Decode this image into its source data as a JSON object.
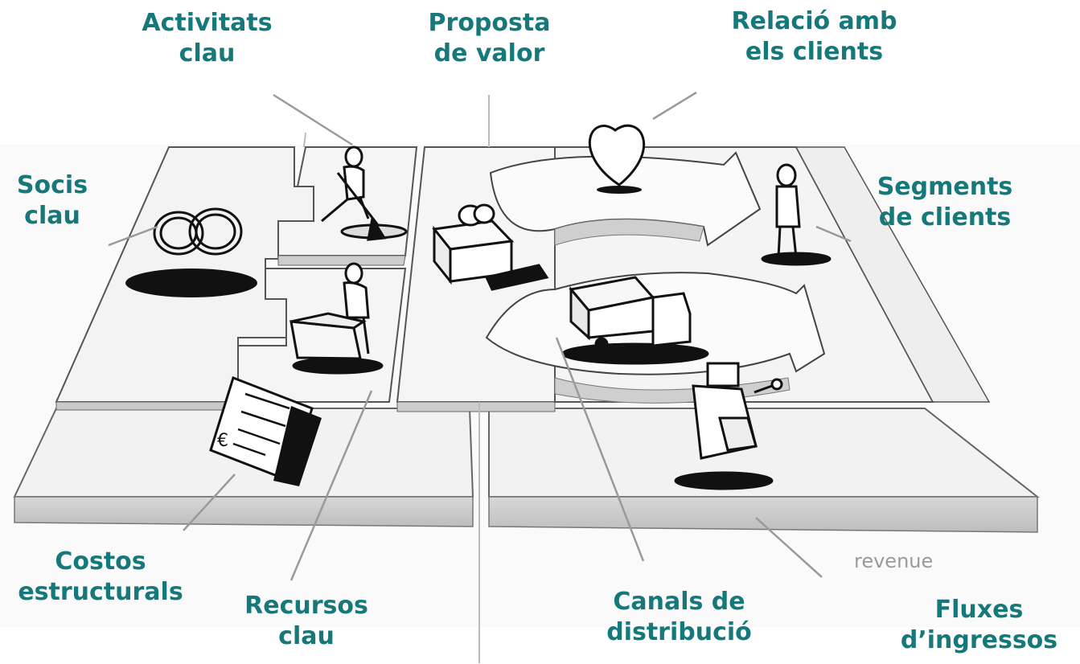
{
  "labels": {
    "activitats": [
      "Activitats",
      "clau"
    ],
    "proposta": [
      "Proposta",
      "de valor"
    ],
    "relacio": [
      "Relació amb",
      "els clients"
    ],
    "socis": [
      "Socis",
      "clau"
    ],
    "segments": [
      "Segments",
      "de clients"
    ],
    "costos": [
      "Costos",
      "estructurals"
    ],
    "recursos": [
      "Recursos",
      "clau"
    ],
    "canals": [
      "Canals de",
      "distribució"
    ],
    "fluxes": [
      "Fluxes",
      "d’ingressos"
    ]
  },
  "revenue_caption": "revenue",
  "colors": {
    "label": "#16787a",
    "board_top": "#f4f4f4",
    "board_side": "#cfcfcf",
    "ink": "#1a1a1a",
    "leader": "#9a9a9a"
  }
}
